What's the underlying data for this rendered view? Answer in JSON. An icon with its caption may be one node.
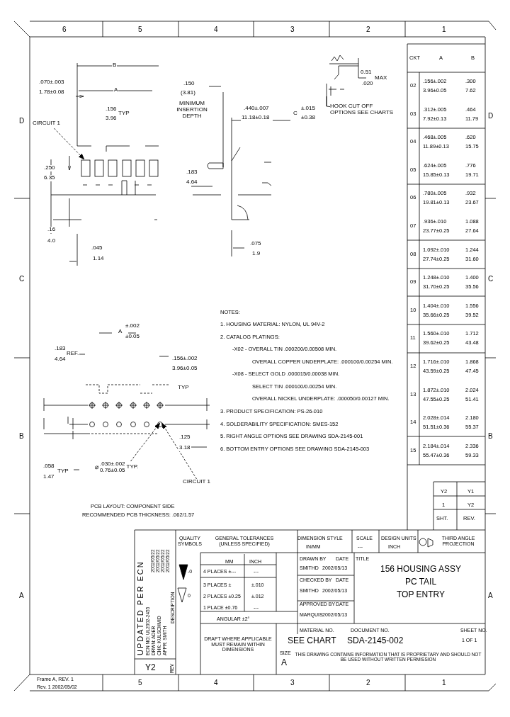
{
  "diagram": {
    "nodes": [
      {
        "text": [
          "CIRCUIT 1"
        ]
      },
      {
        "text": [
          "HOOK CUT OFF OPTIONS SEE CHARTS"
        ]
      },
      {
        "text": [
          "⌀",
          ".030±.002",
          "0.76±0.05",
          "TYP."
        ]
      },
      {
        "text": [
          "CIRCUIT 1"
        ]
      }
    ],
    "edges": [
      {
        "from": 0,
        "to": null,
        "arrow": "to",
        "style": "dashed"
      },
      {
        "from": 1,
        "to": null,
        "arrow": "none"
      },
      {
        "from": 2,
        "to": null,
        "arrow": "to",
        "style": "dashed"
      },
      {
        "from": 3,
        "to": null,
        "arrow": "to",
        "style": "dashed"
      }
    ],
    "labels": [
      "6",
      "5",
      "4",
      "3",
      "2",
      "1",
      "D",
      "D",
      "C",
      "C",
      "B",
      "B",
      "A",
      "A",
      "B",
      "0.51",
      "MAX",
      ".020",
      ".070±.003",
      "1.78±0.08",
      "A",
      ".150",
      "(3.81)",
      "MINIMUM INSERTION DEPTH",
      ".156",
      "TYP",
      "3.96",
      ".440±.007",
      "11.18±0.18",
      "C",
      "±.015",
      "±0.38",
      ".250",
      "6.35",
      ".183",
      "4.64",
      ".16",
      "4.0",
      ".075",
      "1.9",
      ".045",
      "1.14",
      "A",
      "±.002",
      "±0.05",
      "NOTES:",
      "1. HOUSING MATERIAL: NYLON, UL 94V-2",
      "2. CATALOG PLATINGS:",
      ".183",
      "4.64",
      "REF.",
      "-X02 - OVERALL TIN .000200/0.00508 MIN.",
      ".156±.002",
      "3.96±0.05",
      "OVERALL COPPER UNDERPLATE: .000100/0.00254 MIN.",
      "-X08 - SELECT GOLD .000015/0.00038 MIN.",
      "TYP",
      "SELECT TIN .000100/0.00254 MIN.",
      "OVERALL NICKEL UNDERPLATE: .000050/0.00127 MIN.",
      "3. PRODUCT SPECIFICATION: PS-26-010",
      "4. SOLDERABILITY SPECIFICATION: SMES-152",
      ".125",
      "3.18",
      "5. RIGHT ANGLE OPTIONS SEE DRAWING SDA-2145-001",
      "6. BOTTOM ENTRY OPTIONS SEE DRAWING SDA-2145-003",
      ".058",
      "1.47",
      "TYP",
      "PCB LAYOUT: COMPONENT SIDE",
      "RECOMMENDED PCB THICKNESS: .062/1.57",
      "CKT",
      "A",
      "B",
      "02",
      ".156±.002",
      ".300",
      "3.96±0.05",
      "7.62",
      "03",
      ".312±.005",
      ".464",
      "7.92±0.13",
      "11.79",
      "04",
      ".468±.005",
      ".620",
      "11.89±0.13",
      "15.75",
      "05",
      ".624±.005",
      ".776",
      "15.85±0.13",
      "19.71",
      "06",
      ".780±.005",
      ".932",
      "19.81±0.13",
      "23.67",
      "07",
      ".936±.010",
      "1.088",
      "23.77±0.25",
      "27.64",
      "08",
      "1.092±.010",
      "1.244",
      "27.74±0.25",
      "31.60",
      "09",
      "1.248±.010",
      "1.400",
      "31.70±0.25",
      "35.56",
      "10",
      "1.404±.010",
      "1.556",
      "35.66±0.25",
      "39.52",
      "11",
      "1.560±.010",
      "1.712",
      "39.62±0.25",
      "43.48",
      "12",
      "1.716±.010",
      "1.868",
      "43.59±0.25",
      "47.45",
      "13",
      "1.872±.010",
      "2.024",
      "47.55±0.25",
      "51.41",
      "14",
      "2.028±.014",
      "2.180",
      "51.51±0.36",
      "55.37",
      "15",
      "2.184±.014",
      "2.336",
      "55.47±0.36",
      "59.33",
      "Y2",
      "Y1",
      "1",
      "Y2",
      "SHT.",
      "REV.",
      "UPDATED PER ECN",
      "ECN NO: UL2002-2455",
      "DRWN: ADER",
      "CHK: KULSCHMID",
      "APPR: SMITH",
      "2002/05/22",
      "2002/05/22",
      "2002/05/22",
      "2002/05/22",
      "DESCRIPTION",
      "Y2",
      "REV",
      "QUALITY SYMBOLS",
      "GENERAL TOLERANCES (UNLESS SPECIFIED)",
      "DIMENSION STYLE",
      "IN/MM",
      "SCALE",
      "---",
      "DESIGN UNITS",
      "INCH",
      "THIRD ANGLE PROJECTION",
      "MM",
      "INCH",
      "DRAWN BY",
      "DATE",
      "TITLE",
      "4 PLACES ±---",
      "---",
      "SMITHD",
      "2002/05/13",
      "156 HOUSING ASSY",
      "PC TAIL",
      "TOP ENTRY",
      "CHECKED BY",
      "DATE",
      "3 PLACES ±",
      "±.010",
      "SMITHD",
      "2002/05/13",
      "2 PLACES ±0.25",
      "±.012",
      "APPROVED BY",
      "DATE",
      "1 PLACE ±0.76",
      "---",
      "MARQUIS",
      "2002/05/13",
      "ANGULAR ±2°",
      "MATERIAL NO.",
      "DOCUMENT NO.",
      "SHEET NO.",
      "DRAFT WHERE APPLICABLE MUST REMAIN WITHIN DIMENSIONS",
      "SEE CHART",
      "SDA-2145-002",
      "1 OF 1",
      "SIZE",
      "A",
      "THIS DRAWING CONTAINS INFORMATION THAT IS PROPRIETARY AND SHOULD NOT BE USED WITHOUT WRITTEN PERMISSION",
      "Frame A, REV. 1",
      "Rev. 1 2002/05/02",
      "5",
      "4",
      "3",
      "2",
      "1",
      "-0",
      "0"
    ]
  }
}
